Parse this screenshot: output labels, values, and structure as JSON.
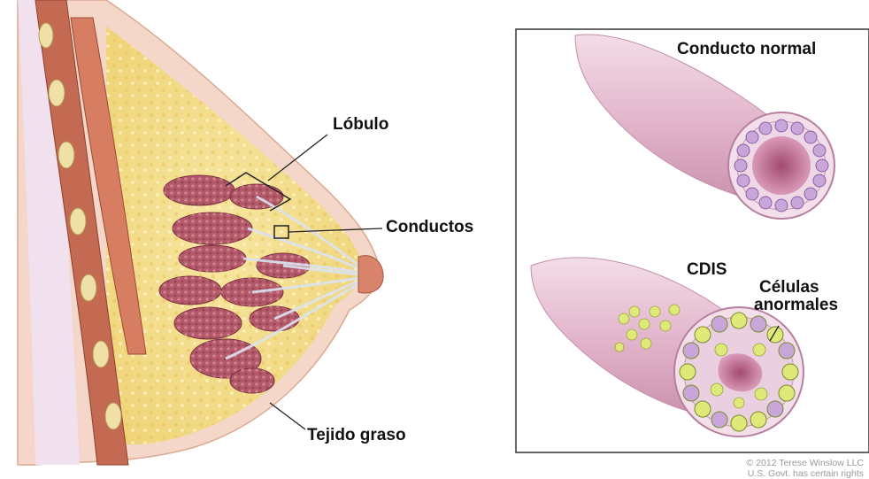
{
  "labels": {
    "lobulo": "Lóbulo",
    "conductos": "Conductos",
    "tejido_graso": "Tejido graso",
    "conducto_normal": "Conducto normal",
    "cdis": "CDIS",
    "celulas_line1": "Células",
    "celulas_line2": "anormales"
  },
  "copyright": {
    "line1": "© 2012 Terese Winslow LLC",
    "line2": "U.S. Govt. has certain rights"
  },
  "colors": {
    "fat": "#f3df86",
    "lobule": "#b35a6a",
    "duct": "#e3b7cd",
    "muscle": "#c46a52",
    "skin": "#f4d7c8",
    "abnormal_cells": "#dfe97a",
    "normal_cells": "#c9a6da"
  }
}
